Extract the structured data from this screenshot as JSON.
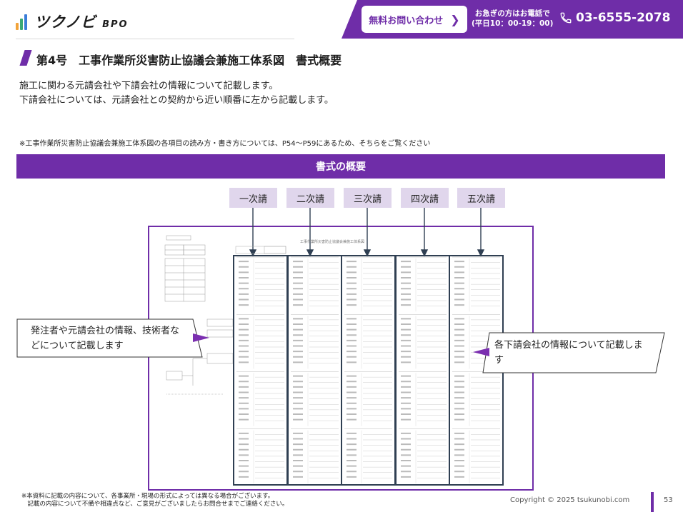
{
  "header": {
    "logo_text": "ツクノビ",
    "logo_suffix": "BPO",
    "contact_button": "無料お問い合わせ",
    "phone_note_line1": "お急ぎの方はお電話で",
    "phone_note_line2": "(平日10：00-19：00)",
    "phone_number": "03-6555-2078"
  },
  "page": {
    "title": "第4号　工事作業所災害防止協議会兼施工体系図　書式概要",
    "intro_line1": "施工に関わる元請会社や下請会社の情報について記載します。",
    "intro_line2": "下請会社については、元請会社との契約から近い順番に左から記載します。",
    "note": "※工事作業所災害防止協議会兼施工体系図の各項目の読み方・書き方については、P54〜P59にあるため、そちらをご覧ください",
    "section_title": "書式の概要"
  },
  "tiers": [
    "一次請",
    "二次請",
    "三次請",
    "四次請",
    "五次請"
  ],
  "form_image_title": "工事作業所災害防止協議会兼施工体系図",
  "callouts": {
    "left_line1": "発注者や元請会社の情報、技術者な",
    "left_line2": "どについて記載します",
    "right_line1": "各下請会社の情報について記載しま",
    "right_line2": "す"
  },
  "footer": {
    "note_line1": "※本資料に記載の内容について、各事業所・現場の形式によっては異なる場合がございます。",
    "note_line2": "　記載の内容について不備や相違点など、ご意見がございましたらお問合せまでご連絡ください。",
    "copyright": "Copyright © 2025 tsukunobi.com",
    "page_number": "53"
  },
  "colors": {
    "accent": "#6f2da8",
    "tier_fill": "#e0d6ec",
    "column_border": "#2f3f52"
  },
  "icons": [
    "logo-bars-icon",
    "chevron-right-icon",
    "phone-icon",
    "arrow-down-icon",
    "callout-pointer-icon"
  ]
}
